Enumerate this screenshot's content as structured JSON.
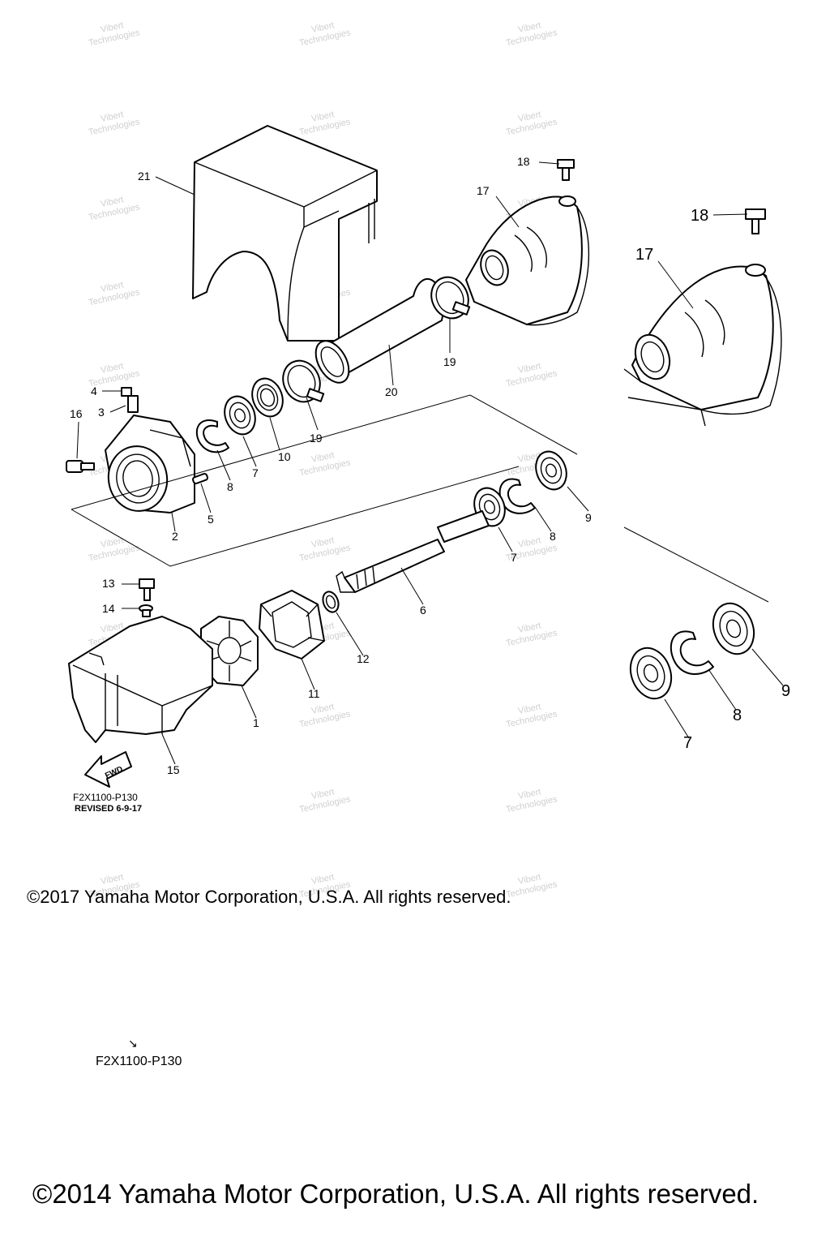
{
  "diagram": {
    "callouts_main": [
      "1",
      "2",
      "3",
      "4",
      "5",
      "6",
      "7",
      "8",
      "9",
      "10",
      "11",
      "12",
      "13",
      "14",
      "15",
      "16",
      "17",
      "18",
      "19",
      "20",
      "21"
    ],
    "callouts_inset": [
      "7",
      "8",
      "9",
      "17",
      "18"
    ],
    "fwd_label": "FWD",
    "watermark_lines": [
      "Vibert",
      "Technologies"
    ],
    "diagram_code": "F2X1100-P130",
    "revision": "REVISED 6-9-17"
  },
  "footer": {
    "copyright_2017": "©2017 Yamaha Motor Corporation, U.S.A. All rights reserved.",
    "lower_code": "F2X1100-P130",
    "copyright_2014": "©2014 Yamaha Motor Corporation, U.S.A. All rights reserved."
  }
}
